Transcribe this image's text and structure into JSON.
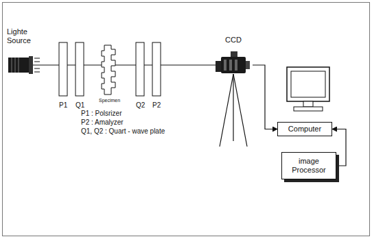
{
  "diagram": {
    "nodes": [
      {
        "text": [
          "CCD"
        ]
      },
      {
        "text": [
          "Computer"
        ]
      },
      {
        "text": [
          "image Processor"
        ]
      }
    ],
    "edges": [
      {
        "from": 0,
        "to": 1,
        "arrow": "to"
      },
      {
        "from": 2,
        "to": 1,
        "arrow": "to"
      }
    ],
    "labels": [
      "Lighte Source",
      "P1",
      "Q1",
      "Specimen",
      "Q2",
      "P2",
      "P1 : Polsrizer",
      "P2 : Amalyzer",
      "Q1, Q2 : Quart - wave plate"
    ]
  }
}
